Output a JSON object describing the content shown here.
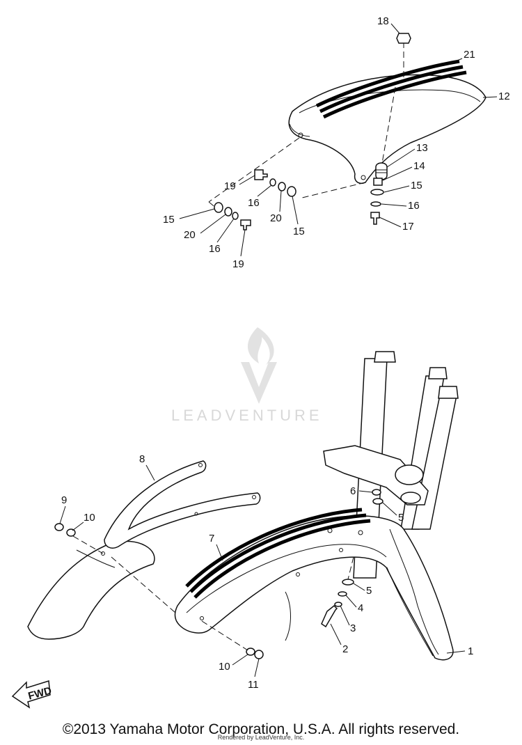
{
  "callouts": {
    "c1": "1",
    "c2": "2",
    "c3": "3",
    "c4": "4",
    "c5a": "5",
    "c5b": "5",
    "c6": "6",
    "c7": "7",
    "c8": "8",
    "c9": "9",
    "c10a": "10",
    "c10b": "10",
    "c11": "11",
    "c12": "12",
    "c13": "13",
    "c14": "14",
    "c15a": "15",
    "c15b": "15",
    "c15c": "15",
    "c16a": "16",
    "c16b": "16",
    "c16c": "16",
    "c17": "17",
    "c18": "18",
    "c19a": "19",
    "c19b": "19",
    "c20a": "20",
    "c20b": "20",
    "c21": "21"
  },
  "fwd_label": "FWD",
  "watermark": "LEADVENTURE",
  "footer": {
    "copyright": "©2013 Yamaha Motor Corporation, U.S.A. All rights reserved.",
    "rendered_by": "Rendered by LeadVenture, Inc."
  },
  "colors": {
    "ink": "#111111",
    "watermark": "#d8d8d8",
    "background": "#ffffff"
  }
}
